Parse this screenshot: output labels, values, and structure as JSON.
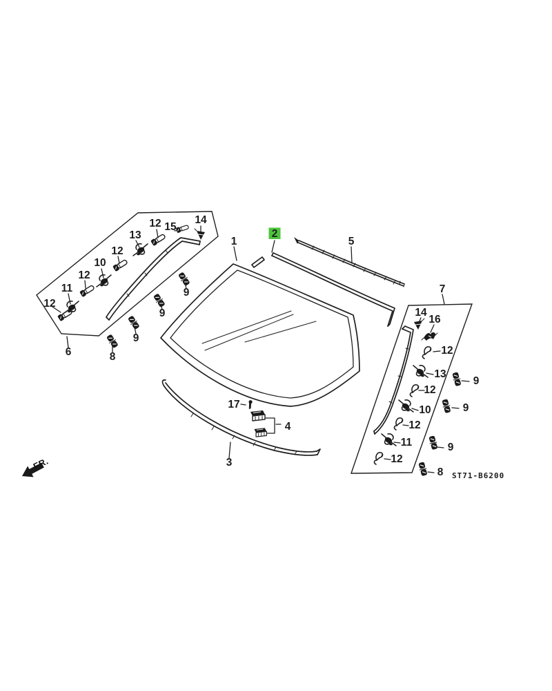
{
  "diagram": {
    "part_code": "ST71-B6200",
    "fr_label": "FR.",
    "highlight_color": "#4cc43c",
    "line_color": "#1f1f1f",
    "background_color": "#ffffff",
    "highlighted_callout": "2",
    "callouts": [
      {
        "id": "left-clip-12-1",
        "label": "12"
      },
      {
        "id": "left-clip-15",
        "label": "15"
      },
      {
        "id": "left-clip-14",
        "label": "14"
      },
      {
        "id": "left-clip-13",
        "label": "13"
      },
      {
        "id": "left-clip-12-2",
        "label": "12"
      },
      {
        "id": "left-clip-10",
        "label": "10"
      },
      {
        "id": "left-clip-12-3",
        "label": "12"
      },
      {
        "id": "left-clip-11",
        "label": "11"
      },
      {
        "id": "left-clip-12-4",
        "label": "12"
      },
      {
        "id": "left-molding-group",
        "label": "6"
      },
      {
        "id": "left-clip-8",
        "label": "8"
      },
      {
        "id": "left-clip-9-1",
        "label": "9"
      },
      {
        "id": "left-clip-9-2",
        "label": "9"
      },
      {
        "id": "left-clip-9-3",
        "label": "9"
      },
      {
        "id": "windshield-glass",
        "label": "1"
      },
      {
        "id": "upper-molding-highlighted",
        "label": "2",
        "highlighted": true
      },
      {
        "id": "reveal-strip",
        "label": "5"
      },
      {
        "id": "clip-17",
        "label": "17"
      },
      {
        "id": "spacer-set",
        "label": "4"
      },
      {
        "id": "lower-molding",
        "label": "3"
      },
      {
        "id": "right-molding-group",
        "label": "7"
      },
      {
        "id": "right-clip-14",
        "label": "14"
      },
      {
        "id": "right-clip-16",
        "label": "16"
      },
      {
        "id": "right-clip-12-1",
        "label": "12"
      },
      {
        "id": "right-clip-13",
        "label": "13"
      },
      {
        "id": "right-clip-12-2",
        "label": "12"
      },
      {
        "id": "right-clip-10",
        "label": "10"
      },
      {
        "id": "right-clip-12-3",
        "label": "12"
      },
      {
        "id": "right-clip-11",
        "label": "11"
      },
      {
        "id": "right-clip-12-4",
        "label": "12"
      },
      {
        "id": "right-clip-9-1",
        "label": "9"
      },
      {
        "id": "right-clip-9-2",
        "label": "9"
      },
      {
        "id": "right-clip-9-3",
        "label": "9"
      },
      {
        "id": "right-clip-8",
        "label": "8"
      }
    ]
  }
}
